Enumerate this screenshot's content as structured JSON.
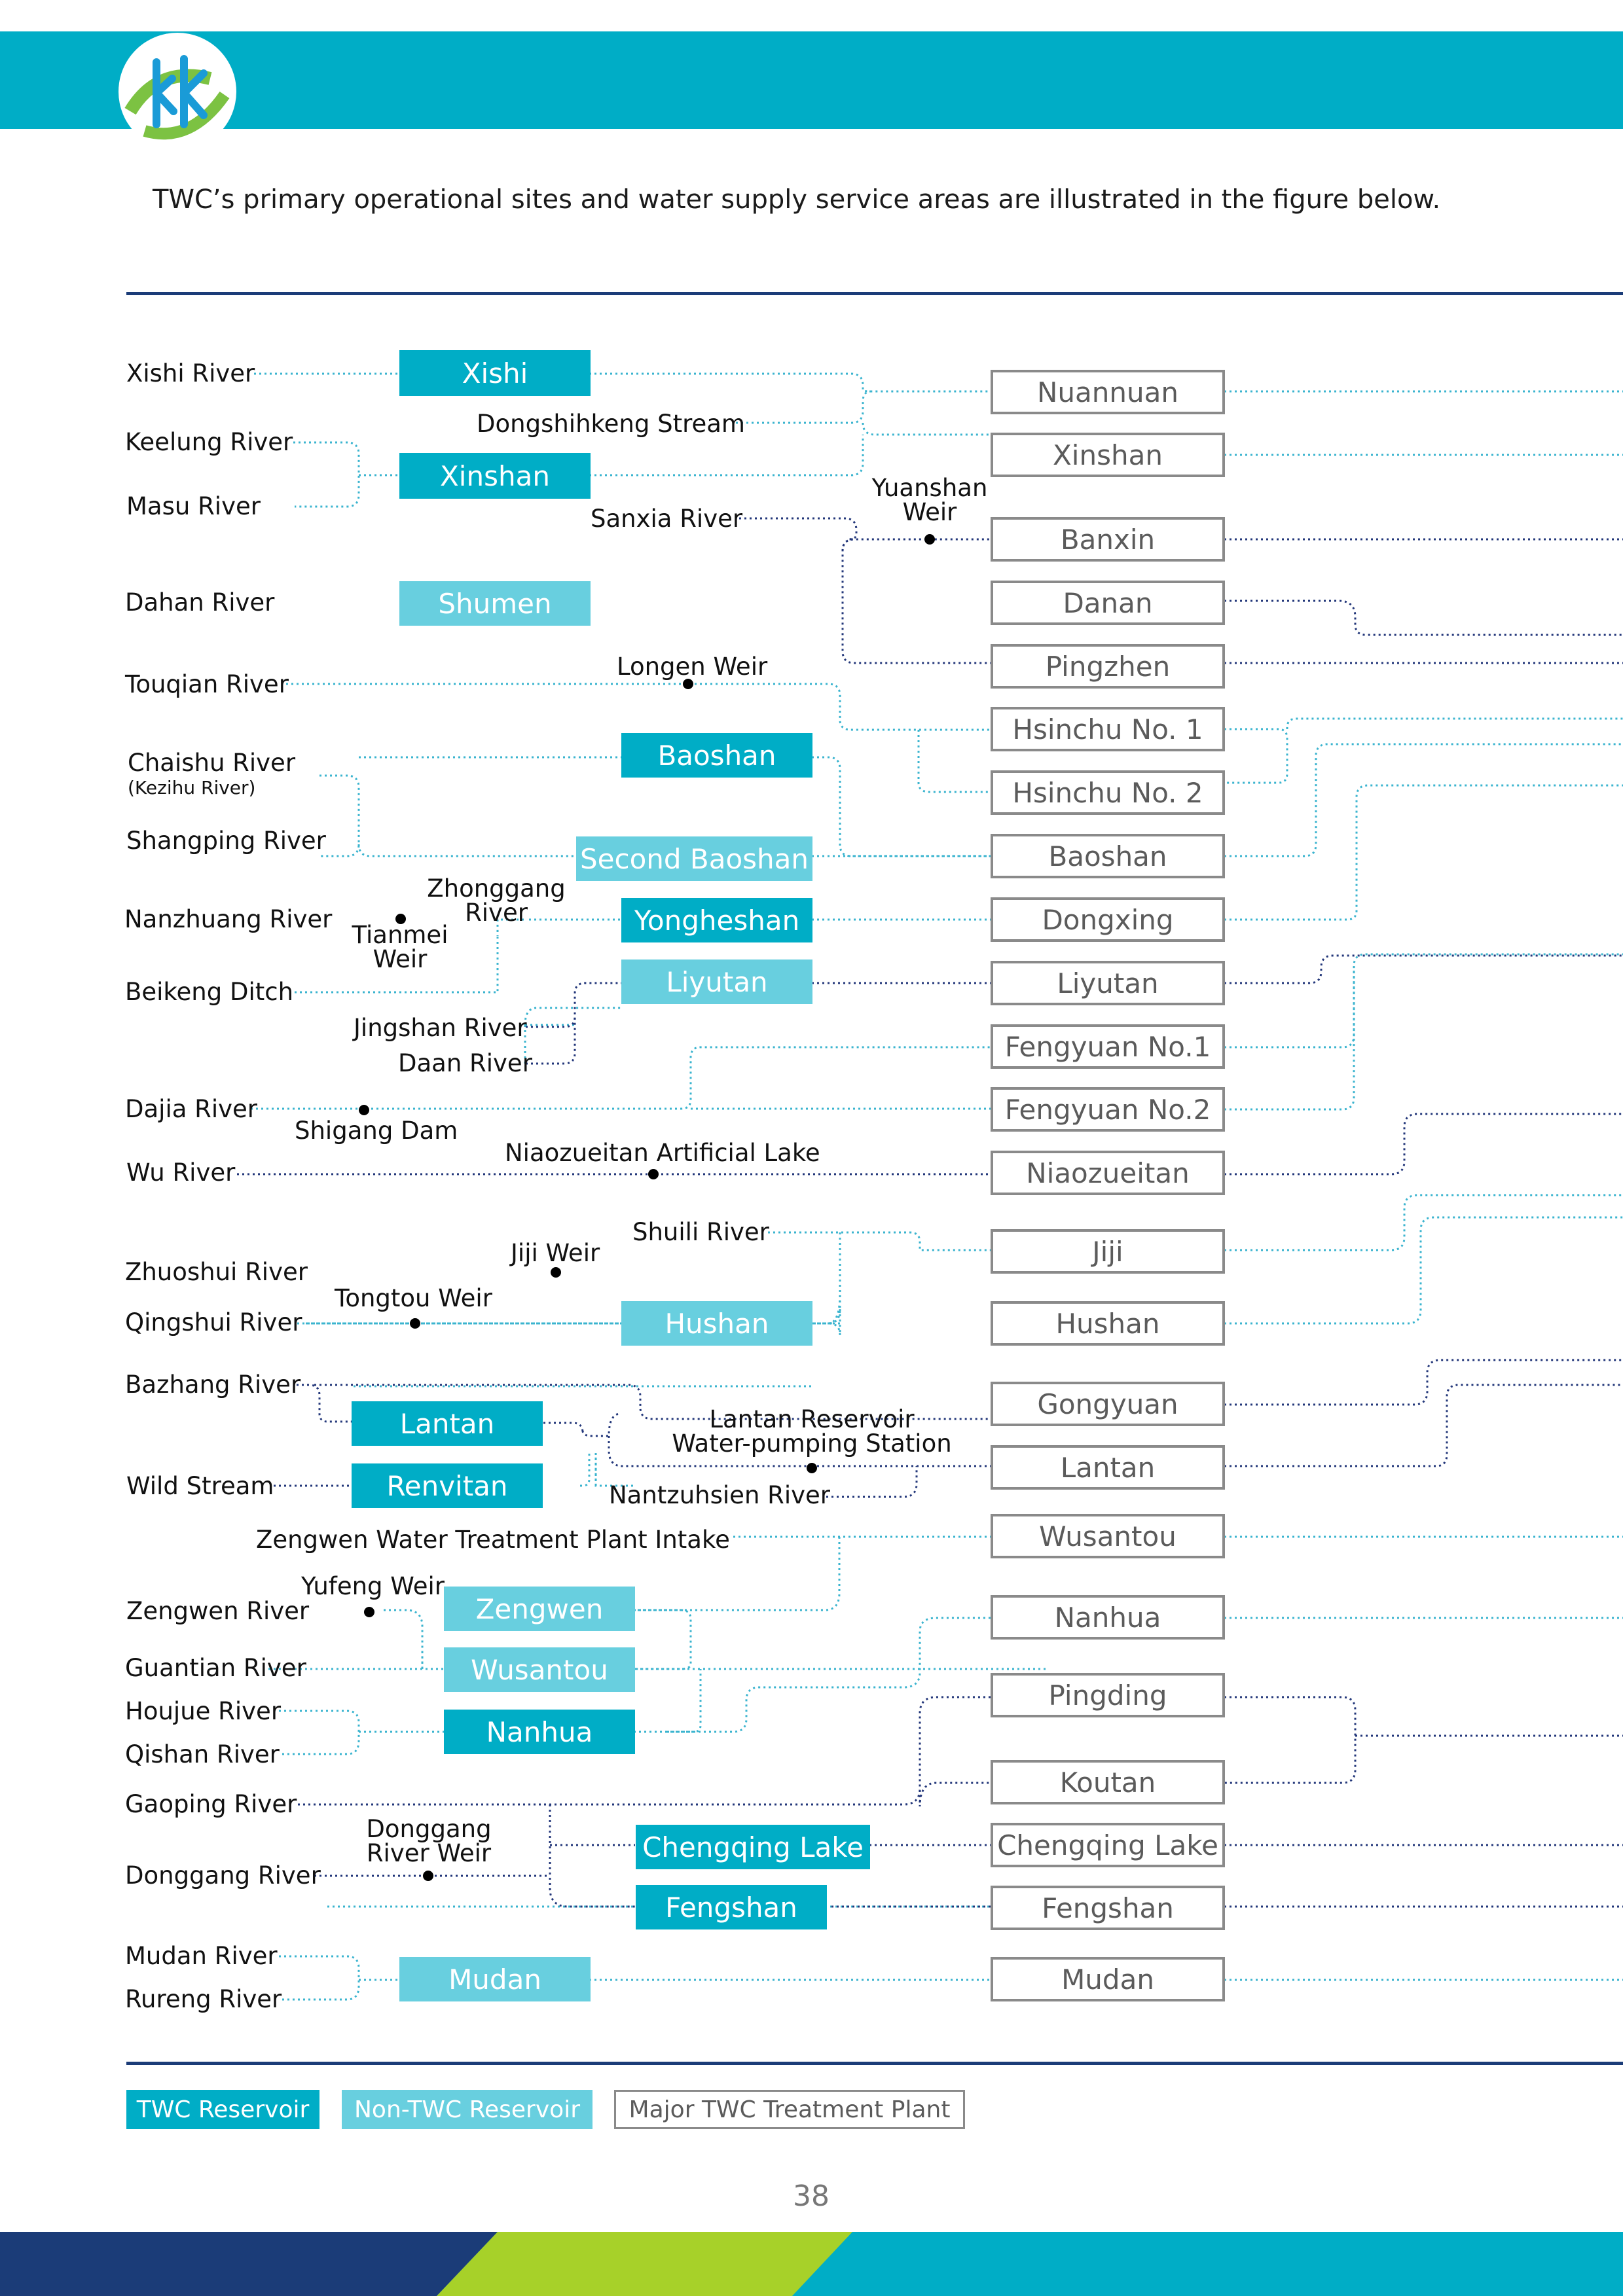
{
  "intro": "TWC’s primary operational sites and water supply service areas are illustrated in the figure below.",
  "page_number": "38",
  "colors": {
    "twc_reservoir": "#00adc6",
    "non_twc_reservoir": "#68cfdf",
    "plant_border": "#8a8a8a",
    "header": "#00adc6",
    "rule": "#1b3c78",
    "footer_navy": "#1b3c78",
    "footer_green": "#a7d129"
  },
  "legend": {
    "twc": "TWC Reservoir",
    "non_twc": "Non-TWC Reservoir",
    "plant": "Major TWC Treatment Plant"
  },
  "rivers": {
    "xishi": "Xishi River",
    "keelung": "Keelung River",
    "masu": "Masu River",
    "dongshihkeng": "Dongshihkeng Stream",
    "sanxia": "Sanxia River",
    "dahan": "Dahan River",
    "touqian": "Touqian River",
    "chaishu": "Chaishu River",
    "kezihu": "(Kezihu River)",
    "shangping": "Shangping River",
    "nanzhuang": "Nanzhuang River",
    "zhonggang": "Zhonggang\nRiver",
    "beikeng": "Beikeng Ditch",
    "jingshan": "Jingshan River",
    "daan": "Daan River",
    "dajia": "Dajia River",
    "wu": "Wu River",
    "shuili": "Shuili River",
    "zhuoshui": "Zhuoshui River",
    "qingshui": "Qingshui River",
    "bazhang": "Bazhang River",
    "wild": "Wild Stream",
    "nantzuhsien": "Nantzuhsien River",
    "zengwen": "Zengwen River",
    "guantian": "Guantian River",
    "houjue": "Houjue River",
    "qishan": "Qishan River",
    "gaoping": "Gaoping River",
    "donggang": "Donggang River",
    "mudan": "Mudan River",
    "rureng": "Rureng River"
  },
  "sites": {
    "yuanshan_weir": "Yuanshan\nWeir",
    "longen_weir": "Longen Weir",
    "tianmei_weir": "Tianmei\nWeir",
    "shigang_dam": "Shigang Dam",
    "niaozueitan_lake": "Niaozueitan Artificial Lake",
    "jiji_weir": "Jiji Weir",
    "tongtou_weir": "Tongtou Weir",
    "lantan_station": "Lantan Reservoir\nWater-pumping Station",
    "zengwen_intake": "Zengwen Water Treatment Plant Intake",
    "yufeng_weir": "Yufeng Weir",
    "donggang_weir": "Donggang\nRiver Weir"
  },
  "reservoirs": {
    "xishi": "Xishi",
    "xinshan": "Xinshan",
    "shumen": "Shumen",
    "baoshan": "Baoshan",
    "second_baoshan": "Second Baoshan",
    "yongheshan": "Yongheshan",
    "liyutan": "Liyutan",
    "hushan": "Hushan",
    "lantan": "Lantan",
    "renvitan": "Renvitan",
    "zengwen": "Zengwen",
    "wusantou": "Wusantou",
    "nanhua": "Nanhua",
    "chengqing": "Chengqing Lake",
    "fengshan": "Fengshan",
    "mudan": "Mudan"
  },
  "plants": {
    "nuannuan": "Nuannuan",
    "xinshan": "Xinshan",
    "banxin": "Banxin",
    "danan": "Danan",
    "pingzhen": "Pingzhen",
    "hsinchu1": "Hsinchu No. 1",
    "hsinchu2": "Hsinchu No. 2",
    "baoshan": "Baoshan",
    "dongxing": "Dongxing",
    "liyutan": "Liyutan",
    "fengyuan1": "Fengyuan No.1",
    "fengyuan2": "Fengyuan No.2",
    "niaozueitan": "Niaozueitan",
    "jiji": "Jiji",
    "hushan": "Hushan",
    "gongyuan": "Gongyuan",
    "lantan": "Lantan",
    "wusantou": "Wusantou",
    "nanhua": "Nanhua",
    "pingding": "Pingding",
    "koutan": "Koutan",
    "chengqing": "Chengqing Lake",
    "fengshan": "Fengshan",
    "mudan": "Mudan"
  }
}
